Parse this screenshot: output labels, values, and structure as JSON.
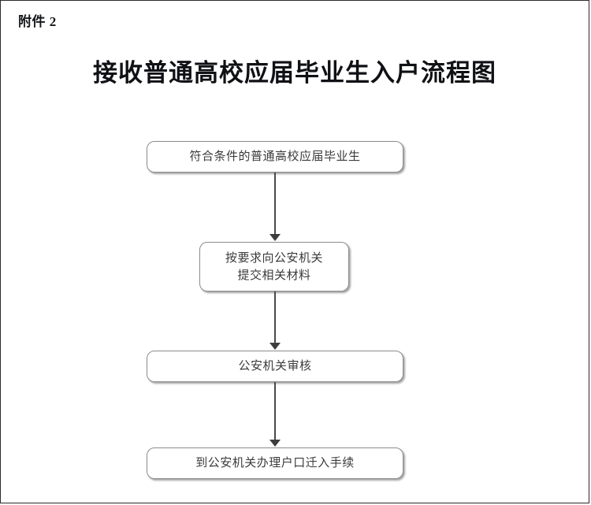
{
  "document": {
    "attachment_label": "附件 2",
    "title": "接收普通高校应届毕业生入户流程图"
  },
  "flowchart": {
    "type": "vertical-linear-flow",
    "nodes": [
      {
        "id": "applicant",
        "lines": [
          "符合条件的普通高校应届毕业生"
        ]
      },
      {
        "id": "submit",
        "lines": [
          "按要求向公安机关",
          "提交相关材料"
        ]
      },
      {
        "id": "review",
        "lines": [
          "公安机关审核"
        ]
      },
      {
        "id": "transfer",
        "lines": [
          "到公安机关办理户口迁入手续"
        ]
      }
    ],
    "connectors": [
      {
        "from": "applicant",
        "to": "submit",
        "arrow": "down"
      },
      {
        "from": "submit",
        "to": "review",
        "arrow": "down"
      },
      {
        "from": "review",
        "to": "transfer",
        "arrow": "down"
      }
    ]
  },
  "colors": {
    "page_border": "#2b2b2b",
    "node_border": "#8c8c8c",
    "node_fill": "#ffffff",
    "node_text": "#3b3b3b",
    "connector": "#4a4a4a",
    "title_text": "#101114"
  }
}
